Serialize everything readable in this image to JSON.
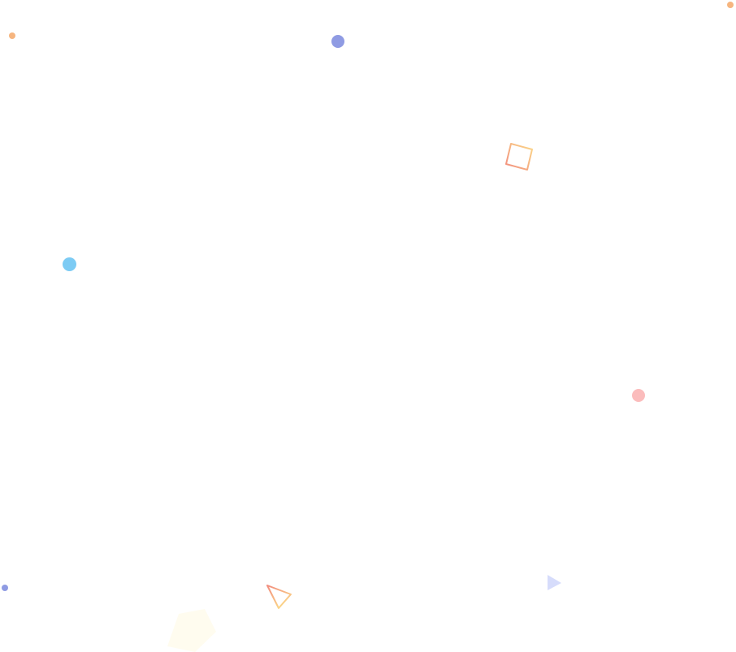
{
  "decorations": {
    "dots": [
      {
        "name": "orange-dot-top-left",
        "color": "#f6b57f"
      },
      {
        "name": "orange-dot-top-right",
        "color": "#f6b57f"
      },
      {
        "name": "indigo-dot-top",
        "color": "#8f9be3"
      },
      {
        "name": "blue-dot-left",
        "color": "#7ccbf4"
      },
      {
        "name": "pink-dot-right",
        "color": "#fbbcbc"
      },
      {
        "name": "indigo-dot-bottom-left",
        "color": "#8f9be3"
      }
    ],
    "shapes": [
      {
        "name": "gradient-square-outline",
        "stroke_from": "#fbd988",
        "stroke_to": "#f28c7e"
      },
      {
        "name": "gradient-triangle-outline",
        "stroke_from": "#f28c7e",
        "stroke_to": "#fbd988"
      },
      {
        "name": "lavender-triangle-filled",
        "fill": "#d6dcfb"
      },
      {
        "name": "faint-yellow-blob",
        "fill": "#fffcef"
      }
    ]
  }
}
